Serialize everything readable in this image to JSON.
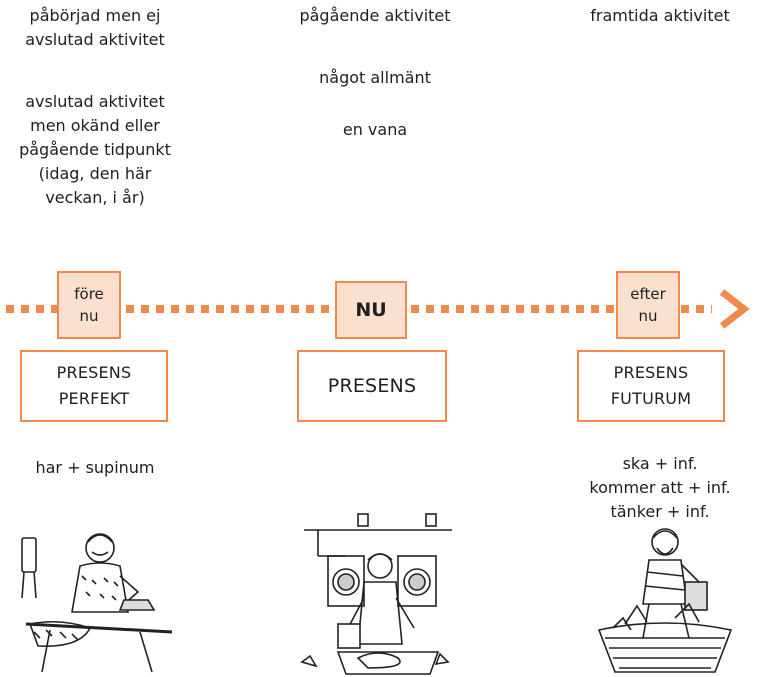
{
  "top_texts": {
    "left_1": [
      "påbörjad men ej",
      "avslutad aktivitet"
    ],
    "left_2": [
      "avslutad aktivitet",
      "men okänd eller",
      "pågående tidpunkt",
      "(idag, den här",
      "veckan, i år)"
    ],
    "mid_1": "pågående aktivitet",
    "mid_2": "något allmänt",
    "mid_3": "en vana",
    "right_1": "framtida aktivitet"
  },
  "markers": {
    "fore": [
      "före",
      "nu"
    ],
    "nu": "NU",
    "efter": [
      "efter",
      "nu"
    ]
  },
  "tenses": {
    "presens_perfekt": [
      "PRESENS",
      "PERFEKT"
    ],
    "presens": "PRESENS",
    "presens_futurum": [
      "PRESENS",
      "FUTURUM"
    ]
  },
  "formulas": {
    "left": "har + supinum",
    "right": [
      "ska + inf.",
      "kommer att + inf.",
      "tänker + inf."
    ]
  },
  "colors": {
    "accent": "#f08a4b",
    "marker_fill": "#fbe0cf",
    "text": "#1f1f1f"
  },
  "illustrations": [
    "person-ironing-illustration",
    "person-washing-dishes-illustration",
    "person-carrying-laundry-illustration"
  ]
}
